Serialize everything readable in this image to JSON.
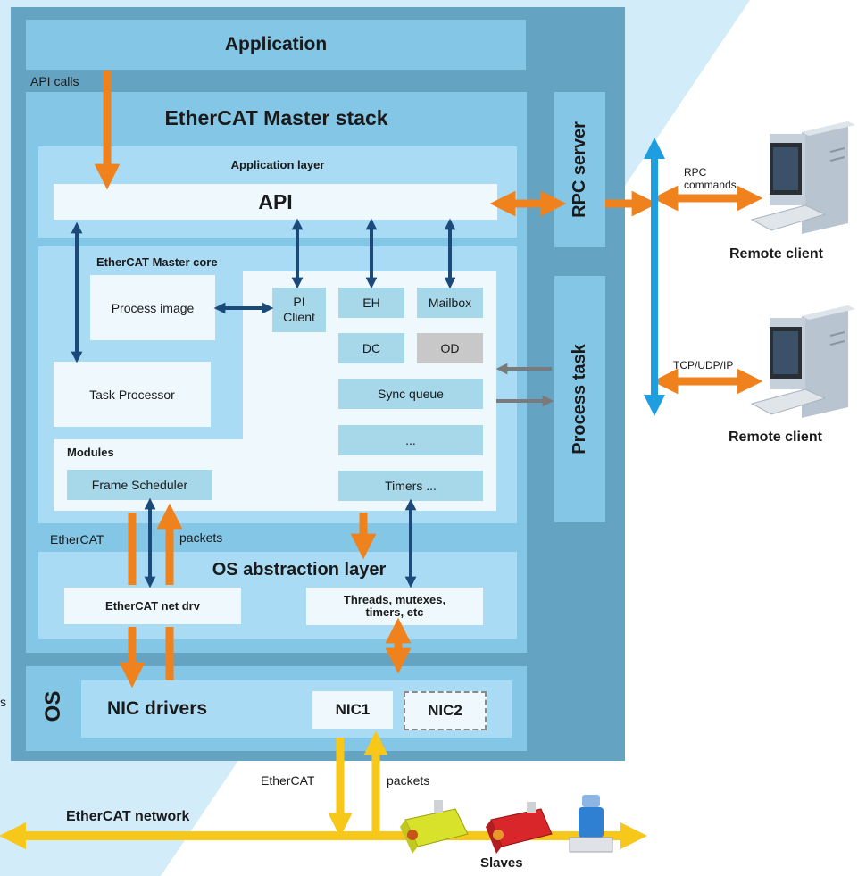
{
  "colors": {
    "outer_frame": "#64a4c2",
    "panel": "#83c6e6",
    "inner_panel": "#a9dcf4",
    "white_box": "#eef8fd",
    "component_box": "#a7d8ea",
    "disabled_box": "#c8c8c8",
    "orange_arrow": "#f0821e",
    "navy_arrow": "#1b4a7a",
    "gray_arrow": "#7a7a7a",
    "blue_bus": "#1e9ee0",
    "yellow_bus": "#f7c71a",
    "backdrop": "#d3ecfa"
  },
  "application": {
    "title": "Application",
    "api_calls": "API calls"
  },
  "stack": {
    "title": "EtherCAT Master stack",
    "application_layer": {
      "title": "Application layer",
      "api": "API"
    },
    "core": {
      "title": "EtherCAT Master core",
      "process_image": "Process image",
      "task_processor": "Task Processor",
      "pi_client": "PI\nClient",
      "eh": "EH",
      "mailbox": "Mailbox",
      "dc": "DC",
      "od": "OD",
      "sync_queue": "Sync queue",
      "ellipsis": "...",
      "timers": "Timers ..."
    },
    "modules": {
      "title": "Modules",
      "frame_scheduler": "Frame Scheduler"
    },
    "ethercat_label": "EtherCAT",
    "packets_label": "packets",
    "os_abstraction": {
      "title": "OS abstraction layer",
      "net_drv": "EtherCAT net drv",
      "threads": "Threads, mutexes,\ntimers, etc"
    }
  },
  "rpc_server": "RPC server",
  "process_task": "Process task",
  "os": {
    "label": "OS",
    "nic_drivers": "NIC drivers",
    "nic1": "NIC1",
    "nic2": "NIC2"
  },
  "clients": {
    "rpc_commands": "RPC\ncommands",
    "tcp": "TCP/UDP/IP",
    "remote_client_1": "Remote client",
    "remote_client_2": "Remote client"
  },
  "network": {
    "ethercat_label": "EtherCAT",
    "packets_label": "packets",
    "title": "EtherCAT network",
    "slaves": "Slaves"
  },
  "edge_glyph": "s"
}
